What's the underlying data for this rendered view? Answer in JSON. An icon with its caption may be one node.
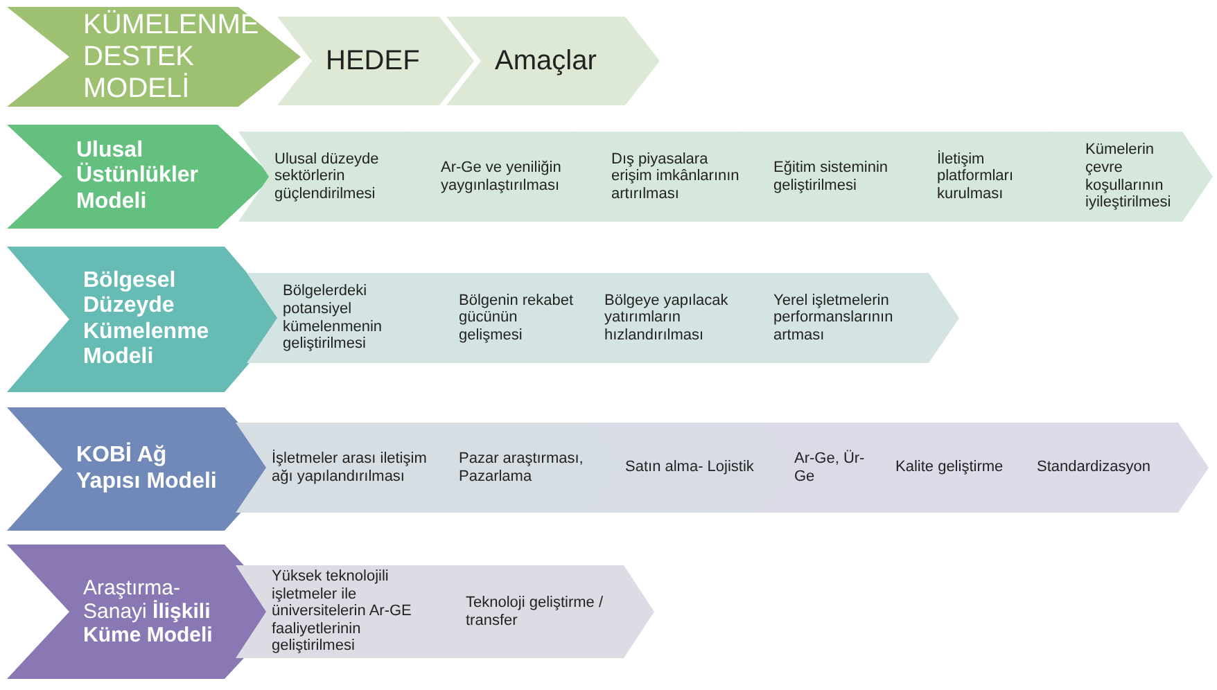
{
  "diagram": {
    "nodes": [
      {
        "text": [
          "KÜMELENME DESTEK MODELİ"
        ]
      },
      {
        "text": [
          "HEDEF"
        ]
      },
      {
        "text": [
          "Amaçlar"
        ]
      },
      {
        "text": [
          "Ulusal Üstünlükler Modeli"
        ]
      },
      {
        "text": [
          "Ulusal düzeyde sektörlerin güçlendirilmesi"
        ]
      },
      {
        "text": [
          "Ar-Ge ve yeniliğin yaygınlaştırılması"
        ]
      },
      {
        "text": [
          "Dış piyasalara erişim imkânlarının artırılması"
        ]
      },
      {
        "text": [
          "Eğitim sisteminin geliştirilmesi"
        ]
      },
      {
        "text": [
          "İletişim platformları kurulması"
        ]
      },
      {
        "text": [
          "Kümelerin çevre koşullarının iyileştirilmesi"
        ]
      },
      {
        "text": [
          "Bölgesel Düzeyde Kümelenme Modeli"
        ]
      },
      {
        "text": [
          "Bölgelerdeki potansiyel kümelenmenin geliştirilmesi"
        ]
      },
      {
        "text": [
          "Bölgenin rekabet gücünün gelişmesi"
        ]
      },
      {
        "text": [
          "Bölgeye yapılacak yatırımların hızlandırılması"
        ]
      },
      {
        "text": [
          "Yerel işletmelerin performanslarının artması"
        ]
      },
      {
        "text": [
          "KOBİ Ağ Yapısı Modeli"
        ]
      },
      {
        "text": [
          "İşletmeler arası iletişim ağı yapılandırılması"
        ]
      },
      {
        "text": [
          "Pazar araştırması, Pazarlama"
        ]
      },
      {
        "text": [
          "Satın alma- Lojistik"
        ]
      },
      {
        "text": [
          "Ar-Ge, Ür-Ge"
        ]
      },
      {
        "text": [
          "Kalite geliştirme"
        ]
      },
      {
        "text": [
          "Standardizasyon"
        ]
      },
      {
        "text": [
          "Araştırma- Sanayi **İlişkili Küme Modeli**"
        ]
      },
      {
        "text": [
          "Yüksek teknolojili işletmeler ile üniversitelerin Ar-GE faaliyetlerinin geliştirilmesi"
        ]
      },
      {
        "text": [
          "Teknoloji geliştirme / transfer"
        ]
      }
    ],
    "edges": []
  }
}
